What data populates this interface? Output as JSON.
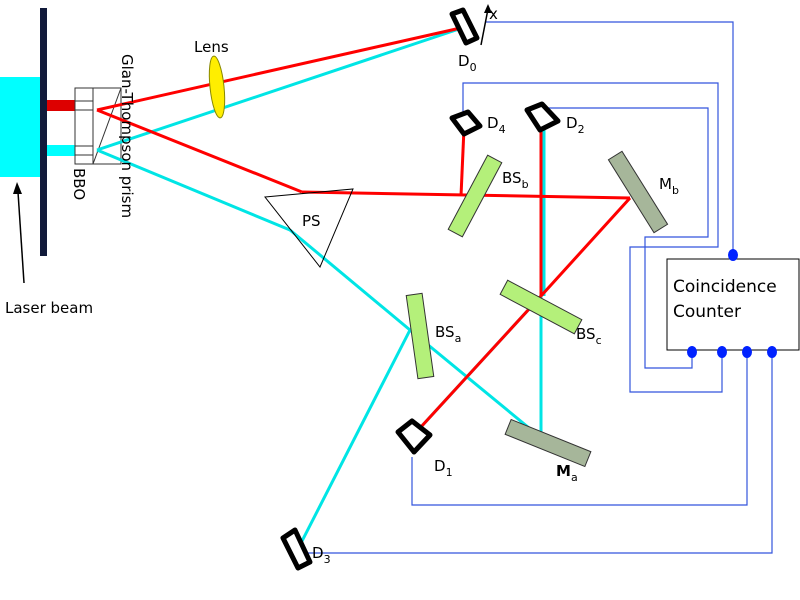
{
  "colors": {
    "laser": "#00ffff",
    "idler_beam": "#ff0000",
    "signal_beam": "#00e5e5",
    "wire": "#3355dd",
    "beam_splitter": "#b4f07a",
    "mirror": "#a6b69a",
    "lens": "#ffee00",
    "detector": "#000000",
    "connector_dot": "#0022ff"
  },
  "labels": {
    "lens": "Lens",
    "glan_thompson": "Glan-Thompson prism",
    "bbo": "BBO",
    "laser_beam": "Laser beam",
    "ps": "PS",
    "x_axis": "x",
    "coincidence_line1": "Coincidence",
    "coincidence_line2": "Counter"
  },
  "detectors": [
    {
      "id": "d0",
      "base": "D",
      "sub": "0"
    },
    {
      "id": "d1",
      "base": "D",
      "sub": "1"
    },
    {
      "id": "d2",
      "base": "D",
      "sub": "2"
    },
    {
      "id": "d3",
      "base": "D",
      "sub": "3"
    },
    {
      "id": "d4",
      "base": "D",
      "sub": "4"
    }
  ],
  "beam_splitters": [
    {
      "id": "bsa",
      "base": "BS",
      "sub": "a"
    },
    {
      "id": "bsb",
      "base": "BS",
      "sub": "b"
    },
    {
      "id": "bsc",
      "base": "BS",
      "sub": "c"
    }
  ],
  "mirrors": [
    {
      "id": "ma",
      "base": "M",
      "sub": "a"
    },
    {
      "id": "mb",
      "base": "M",
      "sub": "b"
    }
  ]
}
